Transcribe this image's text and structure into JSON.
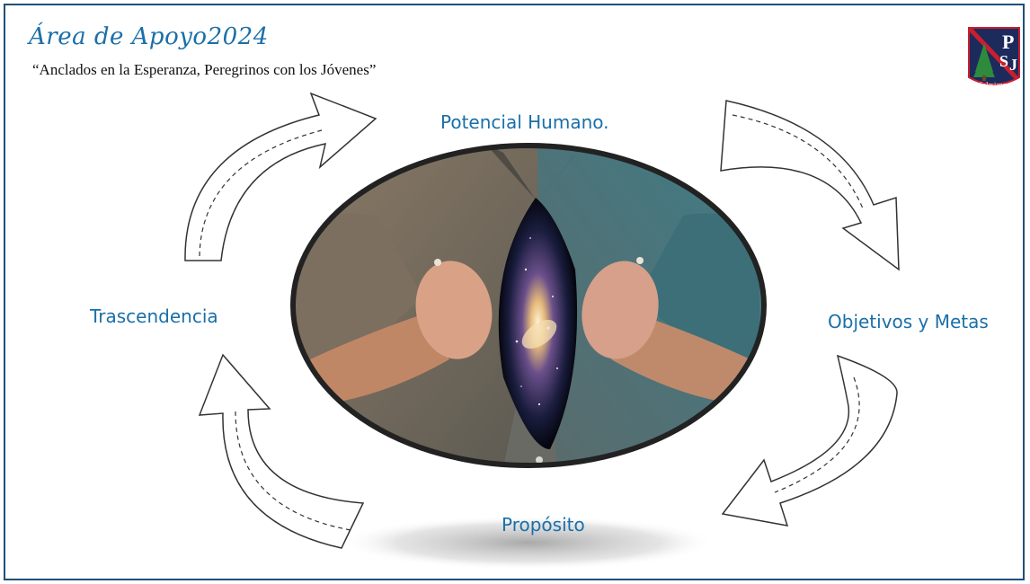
{
  "header": {
    "title": "Área de Apoyo2024",
    "subtitle": "“Anclados en la Esperanza, Peregrinos con los Jóvenes”"
  },
  "logo": {
    "initials_top": "P",
    "initials_mid": "S",
    "initials_right": "J",
    "text": "Salesianos",
    "colors": {
      "navy": "#1c2a5c",
      "red": "#c81e2e",
      "green": "#2e8b3d"
    }
  },
  "cycle": {
    "nodes": [
      {
        "id": "top",
        "label": "Potencial Humano."
      },
      {
        "id": "right",
        "label": "Objetivos y Metas"
      },
      {
        "id": "bottom",
        "label": "Propósito"
      },
      {
        "id": "left",
        "label": "Trascendencia"
      }
    ],
    "center_image": "man-opening-shirt-revealing-galaxy",
    "label_color": "#1a6fa8"
  }
}
